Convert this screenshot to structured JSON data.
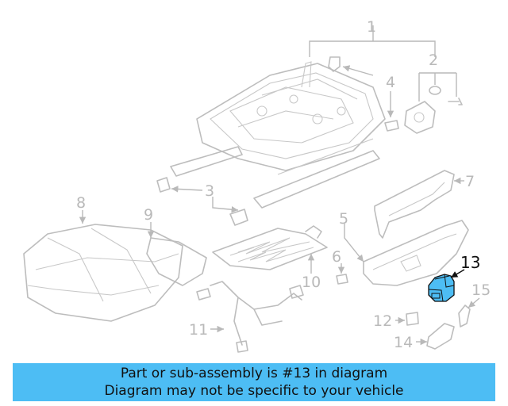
{
  "callouts": {
    "c1": "1",
    "c2": "2",
    "c3": "3",
    "c4": "4",
    "c5": "5",
    "c6": "6",
    "c7": "7",
    "c8": "8",
    "c9": "9",
    "c10": "10",
    "c11": "11",
    "c12": "12",
    "c13": "13",
    "c14": "14",
    "c15": "15"
  },
  "highlight_part": "13",
  "colors": {
    "highlight_fill": "#4dbdf4",
    "part_stroke": "#bdbdbd",
    "banner_bg": "#4dbdf4"
  },
  "banner": {
    "line1": "Part or sub-assembly is #13 in diagram",
    "line2": "Diagram may not be specific to your vehicle"
  }
}
